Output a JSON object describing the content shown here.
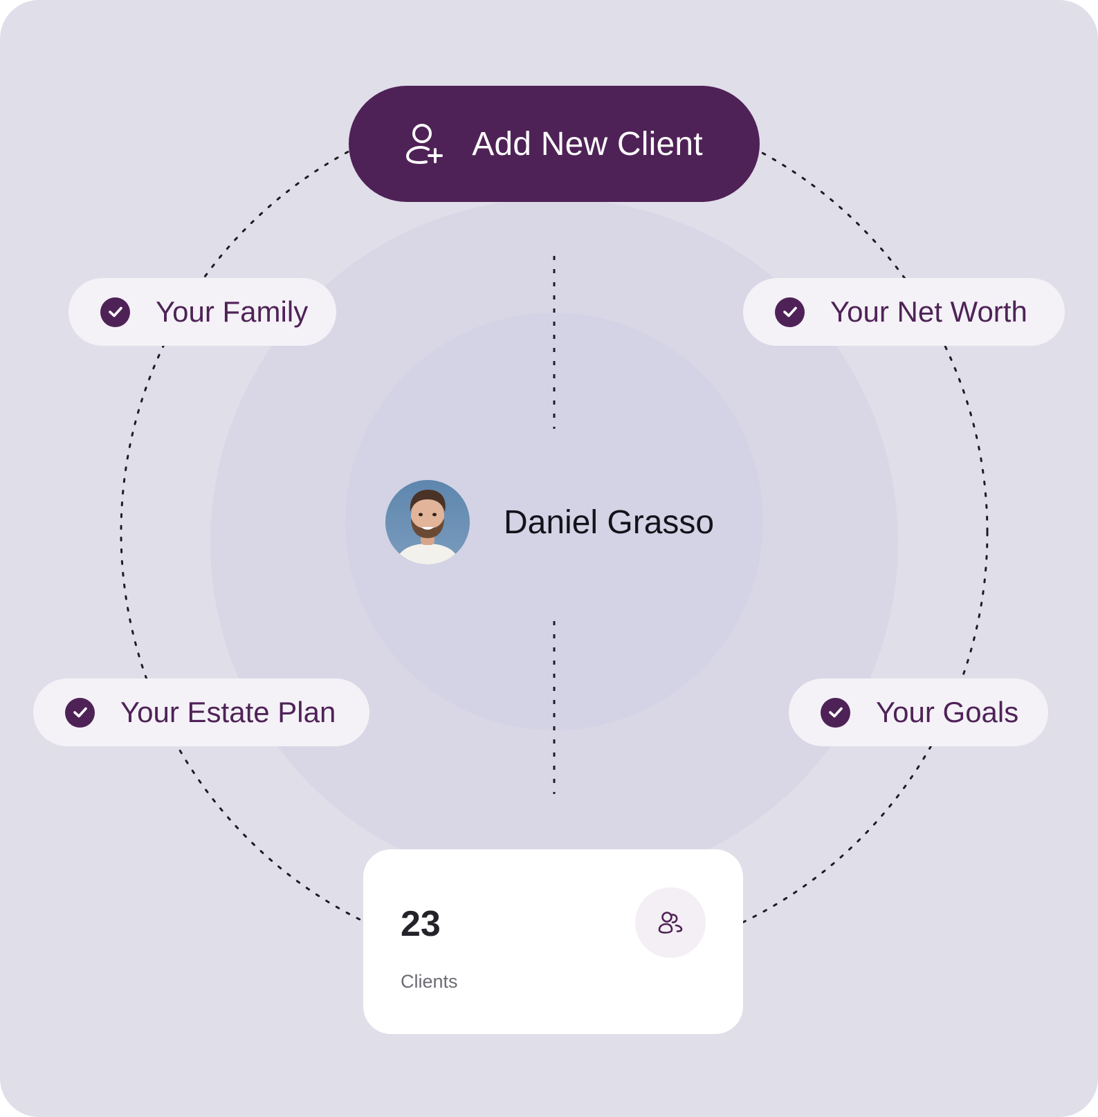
{
  "colors": {
    "panel_background": "#e0dee9",
    "brand_purple": "#4f2257",
    "pill_background": "#f4f2f7",
    "card_background": "#ffffff"
  },
  "primary_action": {
    "label": "Add New Client",
    "icon": "user-plus-icon"
  },
  "checklist": [
    {
      "label": "Your Family",
      "icon": "check-circle-icon"
    },
    {
      "label": "Your Net Worth",
      "icon": "check-circle-icon"
    },
    {
      "label": "Your Estate Plan",
      "icon": "check-circle-icon"
    },
    {
      "label": "Your Goals",
      "icon": "check-circle-icon"
    }
  ],
  "client": {
    "name": "Daniel Grasso",
    "avatar": "client-avatar-photo"
  },
  "stats": {
    "count": "23",
    "label": "Clients",
    "icon": "users-icon"
  }
}
